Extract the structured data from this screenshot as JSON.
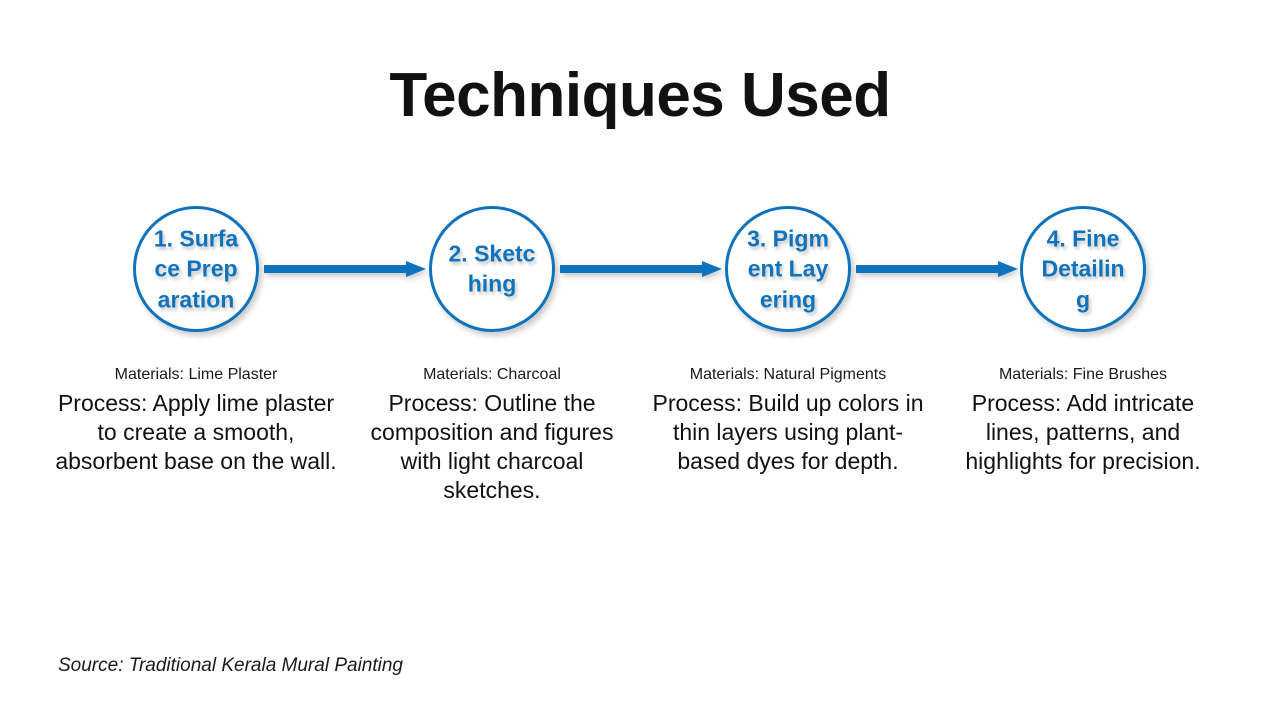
{
  "slide": {
    "title": "Techniques Used",
    "background_color": "#FFFFFF",
    "accent_color": "#0F72BC",
    "text_color": "#111111"
  },
  "flow": {
    "type": "horizontal-process-flow",
    "arrow_label": "arrow-right",
    "nodes": [
      {
        "label": "1. Surface Preparation",
        "materials": "Materials: Lime Plaster",
        "process": "Process: Apply lime plaster to create a smooth, absorbent base on the wall."
      },
      {
        "label": "2. Sketching",
        "materials": "Materials: Charcoal",
        "process": "Process: Outline the composition and figures with light charcoal sketches."
      },
      {
        "label": "3. Pigment Layering",
        "materials": "Materials: Natural Pigments",
        "process": "Process: Build up colors in thin layers using plant-based dyes for depth."
      },
      {
        "label": "4. Fine Detailing",
        "materials": "Materials: Fine Brushes",
        "process": "Process: Add intricate lines, patterns, and highlights for precision."
      }
    ]
  },
  "footer": {
    "source": "Source: Traditional Kerala Mural Painting"
  }
}
